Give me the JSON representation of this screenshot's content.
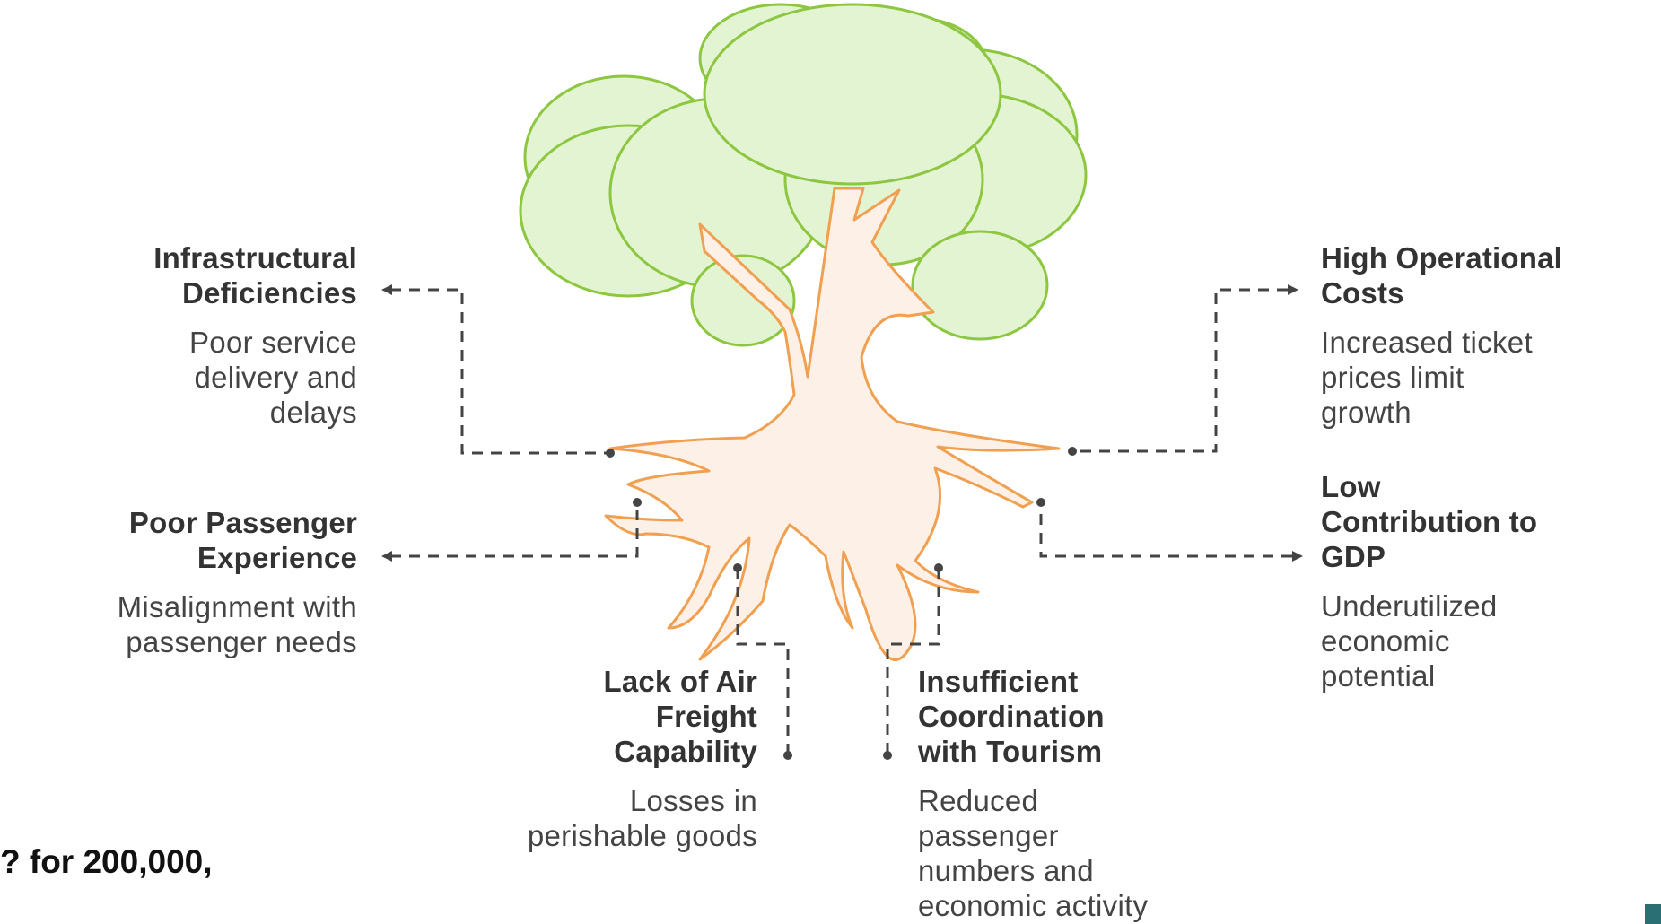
{
  "items": {
    "infra": {
      "title": "Infrastructural\nDeficiencies",
      "desc": "Poor service\ndelivery and\ndelays"
    },
    "costs": {
      "title": "High Operational\nCosts",
      "desc": "Increased ticket\nprices limit\ngrowth"
    },
    "passenger": {
      "title": "Poor Passenger\nExperience",
      "desc": "Misalignment with\npassenger needs"
    },
    "gdp": {
      "title": "Low\nContribution to\nGDP",
      "desc": "Underutilized\neconomic\npotential"
    },
    "freight": {
      "title": "Lack of Air\nFreight\nCapability",
      "desc": "Losses in\nperishable goods"
    },
    "tourism": {
      "title": "Insufficient\nCoordination\nwith Tourism",
      "desc": "Reduced\npassenger\nnumbers and\neconomic activity"
    }
  },
  "fragment_text": "? for 200,000,",
  "colors": {
    "canopy_fill": "#e3f4d3",
    "canopy_stroke": "#8dc63f",
    "trunk_fill": "#fdf0e6",
    "trunk_stroke": "#f0a050",
    "connector": "#444444",
    "corner_mark": "#2a6f73"
  }
}
